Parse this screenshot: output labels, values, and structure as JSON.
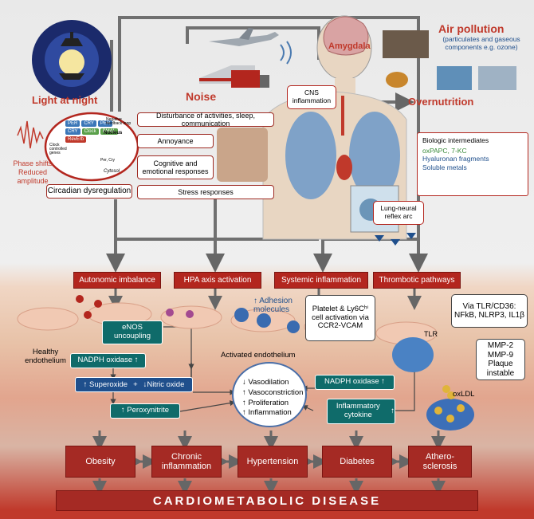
{
  "sources": {
    "light": "Light at night",
    "noise": "Noise",
    "air_title": "Air pollution",
    "air_sub": "(particulates and gaseous components e.g. ozone)",
    "overnutrition": "Overnutrition"
  },
  "circadian": {
    "phase": "Phase shifts Reduced amplitude",
    "label": "Circadian dysregulation",
    "genes": [
      "PER",
      "CRY",
      "PER",
      "CRY",
      "Clock",
      "BMAL",
      "RevErb"
    ],
    "nucleus": "Nucleus",
    "cytosol": "Cytosol",
    "feedback": "Negative feedback loop",
    "ccg": "Clock controlled genes",
    "percry": "Per, Cry"
  },
  "noise_boxes": [
    "Disturbance of activities, sleep, communication",
    "Annoyance",
    "Cognitive and emotional responses",
    "Stress responses"
  ],
  "brain": {
    "amygdala": "Amygdala",
    "cns": "CNS inflammation",
    "lungneural": "Lung-neural reflex arc"
  },
  "biologic": {
    "title": "Biologic intermediates",
    "items": [
      "oxPAPC, 7-KC",
      "Hyaluronan fragments",
      "Soluble metals"
    ]
  },
  "pathways": [
    "Autonomic imbalance",
    "HPA axis activation",
    "Systemic inflammation",
    "Thrombotic pathways"
  ],
  "mid": {
    "enos": "eNOS uncoupling",
    "adhesion": "Adhesion molecules",
    "platelet": "Platelet & Ly6Cʰⁱ cell activation via CCR2-VCAM",
    "tlr_box": "Via TLR/CD36: NFkB, NLRP3, IL1β",
    "tlr": "TLR",
    "mmp": "MMP-2 MMP-9 Plaque instable",
    "healthy": "Healthy endothelium",
    "activated": "Activated endothelium",
    "nadph1": "NADPH oxidase",
    "superoxide": "Superoxide",
    "plus": "+",
    "nitric": "Nitric oxide",
    "peroxy": "Peroxynitrite",
    "nadph2": "NADPH oxidase",
    "inflcyt": "Inflammatory cytokine",
    "oxldl": "oxLDL",
    "effects": [
      "Vasodilation",
      "Vasoconstriction",
      "Proliferation",
      "Inflammation"
    ]
  },
  "diseases": [
    "Obesity",
    "Chronic inflammation",
    "Hypertension",
    "Diabetes",
    "Athero-sclerosis"
  ],
  "bottom": "CARDIOMETABOLIC DISEASE",
  "colors": {
    "accent": "#c0392b",
    "teal": "#0f6b6a",
    "blue": "#1f4f8c"
  }
}
